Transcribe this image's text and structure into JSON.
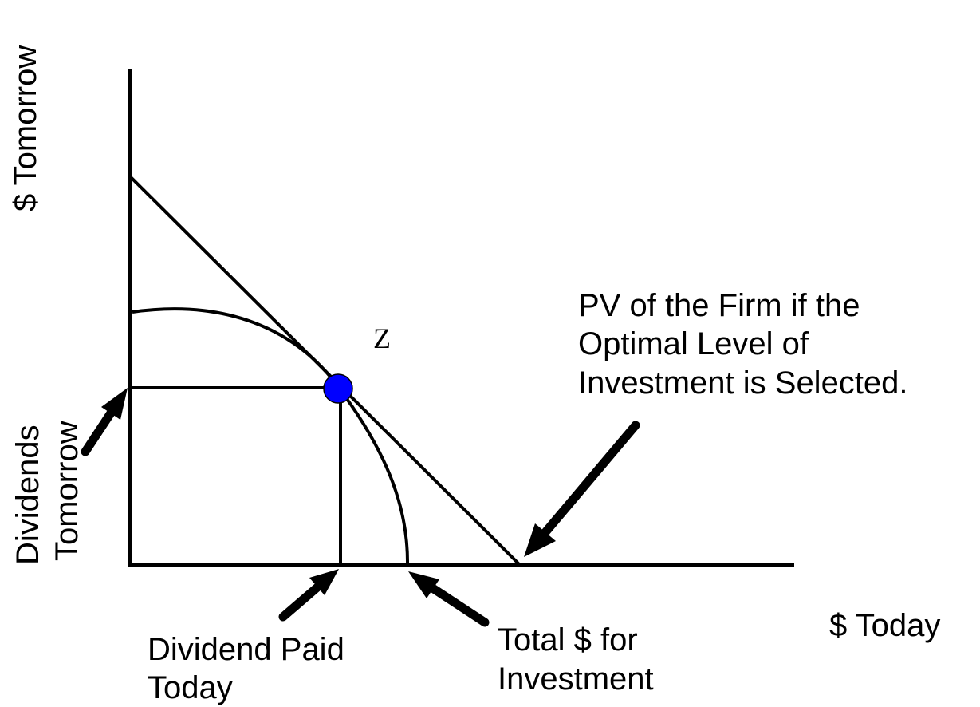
{
  "labels": {
    "y_axis": "$ Tomorrow",
    "x_axis": "$ Today",
    "point": "Z",
    "pv_line1": "PV of the Firm if the",
    "pv_line2": "Optimal Level of",
    "pv_line3": "Investment is Selected.",
    "dividends_line1": "Dividends",
    "dividends_line2": "Tomorrow",
    "dividend_paid_line1": "Dividend Paid",
    "dividend_paid_line2": "Today",
    "total_line1": "Total $ for",
    "total_line2": "Investment"
  },
  "colors": {
    "point_fill": "#0000ff",
    "ink": "#000000"
  }
}
